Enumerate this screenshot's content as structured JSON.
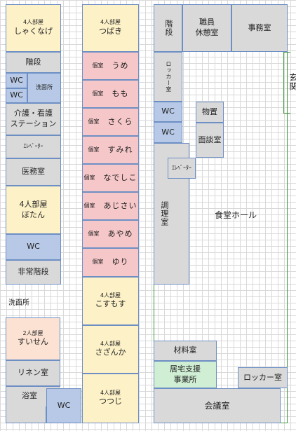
{
  "left_wing": {
    "shakunage": {
      "line1": "4人部屋",
      "line2": "しゃくなげ"
    },
    "stairs": "階段",
    "wc1": "WC",
    "wc2": "WC",
    "washroom_top": "洗面所",
    "station": {
      "line1": "介護・看護",
      "line2": "ステーション"
    },
    "elevator": "ｴﾚﾍﾞｰﾀｰ",
    "medical": "医務室",
    "botan": {
      "line1": "4人部屋",
      "line2": "ぼたん"
    },
    "wc3": "WC",
    "emergency_stairs": "非常階段",
    "washroom_mid": "洗面所",
    "suisen": {
      "line1": "2人部屋",
      "line2": "すいせん"
    },
    "linen": "リネン室",
    "bath": "浴室",
    "wc4": "WC"
  },
  "center_wing": {
    "tsubaki": {
      "line1": "4人部屋",
      "line2": "つばき"
    },
    "private_prefix": "個室",
    "private_rooms": [
      "うめ",
      "もも",
      "さくら",
      "すみれ",
      "なでしこ",
      "あじさい",
      "あやめ",
      "ゆり"
    ],
    "kosumosu": {
      "line1": "4人部屋",
      "line2": "こすもす"
    },
    "sazanka": {
      "line1": "4人部屋",
      "line2": "さざんか"
    },
    "tsutsuji": {
      "line1": "4人部屋",
      "line2": "つつじ"
    }
  },
  "right_wing": {
    "stairs": "階段",
    "staff_lounge": {
      "line1": "職員",
      "line2": "休憩室"
    },
    "office": "事務室",
    "locker_top": "ロッカー室",
    "wc1": "WC",
    "wc2": "WC",
    "storage": "物置",
    "interview": "面談室",
    "elevator": "ｴﾚﾍﾞｰﾀｰ",
    "kitchen": "調理室",
    "dining_hall": "食堂ホール",
    "cut_label": "玄関",
    "materials": "材料室",
    "home_support": {
      "line1": "居宅支援",
      "line2": "事業所"
    },
    "locker_bottom": "ロッカー室",
    "meeting": "会議室"
  }
}
